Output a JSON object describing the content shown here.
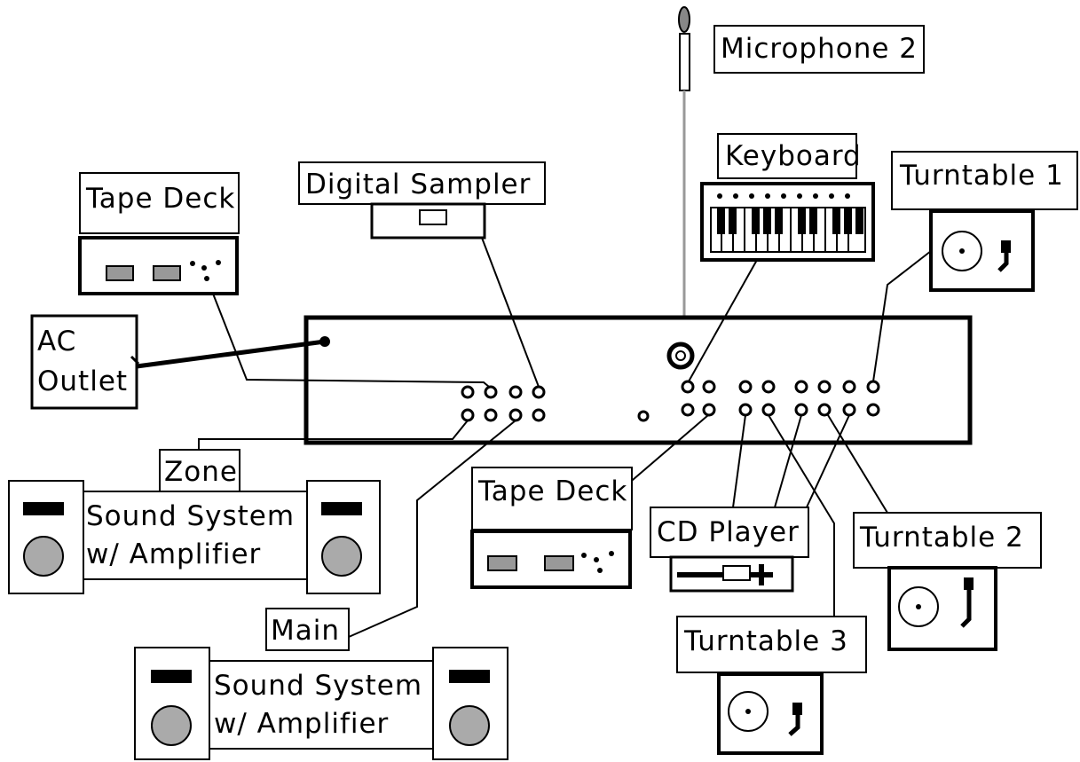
{
  "labels": {
    "microphone": "Microphone 2",
    "keyboard": "Keyboard",
    "turntable1": "Turntable 1",
    "digital_sampler": "Digital Sampler",
    "tape_deck_top": "Tape Deck",
    "ac_outlet_line1": "AC",
    "ac_outlet_line2": "Outlet",
    "zone": "Zone",
    "zone_system_line1": "Sound System",
    "zone_system_line2": "w/ Amplifier",
    "tape_deck_bottom": "Tape Deck",
    "cd_player": "CD Player",
    "turntable2": "Turntable 2",
    "main": "Main",
    "main_system_line1": "Sound System",
    "main_system_line2": "w/ Amplifier",
    "turntable3": "Turntable 3"
  },
  "colors": {
    "line": "#000000",
    "button_fill": "#999999",
    "speaker_cone": "#aaaaaa",
    "mic_head": "#888888",
    "mic_cable": "#999999"
  }
}
